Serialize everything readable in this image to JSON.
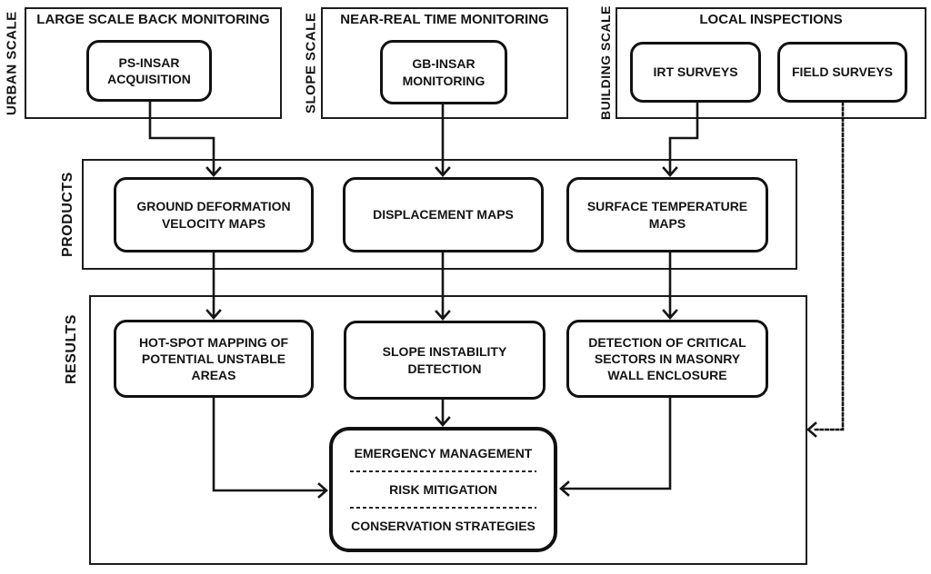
{
  "diagram": {
    "scales": [
      {
        "side_label": "URBAN SCALE",
        "title": "LARGE SCALE BACK MONITORING",
        "nodes": [
          "PS-INSAR ACQUISITION"
        ]
      },
      {
        "side_label": "SLOPE SCALE",
        "title": "NEAR-REAL TIME MONITORING",
        "nodes": [
          "GB-INSAR MONITORING"
        ]
      },
      {
        "side_label": "BUILDING SCALE",
        "title": "LOCAL INSPECTIONS",
        "nodes": [
          "IRT SURVEYS",
          "FIELD SURVEYS"
        ]
      }
    ],
    "products": {
      "side_label": "PRODUCTS",
      "nodes": [
        "GROUND DEFORMATION VELOCITY MAPS",
        "DISPLACEMENT MAPS",
        "SURFACE TEMPERATURE MAPS"
      ]
    },
    "results": {
      "side_label": "RESULTS",
      "nodes": [
        "HOT-SPOT MAPPING OF POTENTIAL UNSTABLE AREAS",
        "SLOPE INSTABILITY DETECTION",
        "DETECTION OF CRITICAL SECTORS IN MASONRY WALL ENCLOSURE"
      ],
      "final_lines": [
        "EMERGENCY MANAGEMENT",
        "RISK MITIGATION",
        "CONSERVATION STRATEGIES"
      ]
    },
    "colors": {
      "line": "#151515",
      "background": "#ffffff"
    }
  }
}
